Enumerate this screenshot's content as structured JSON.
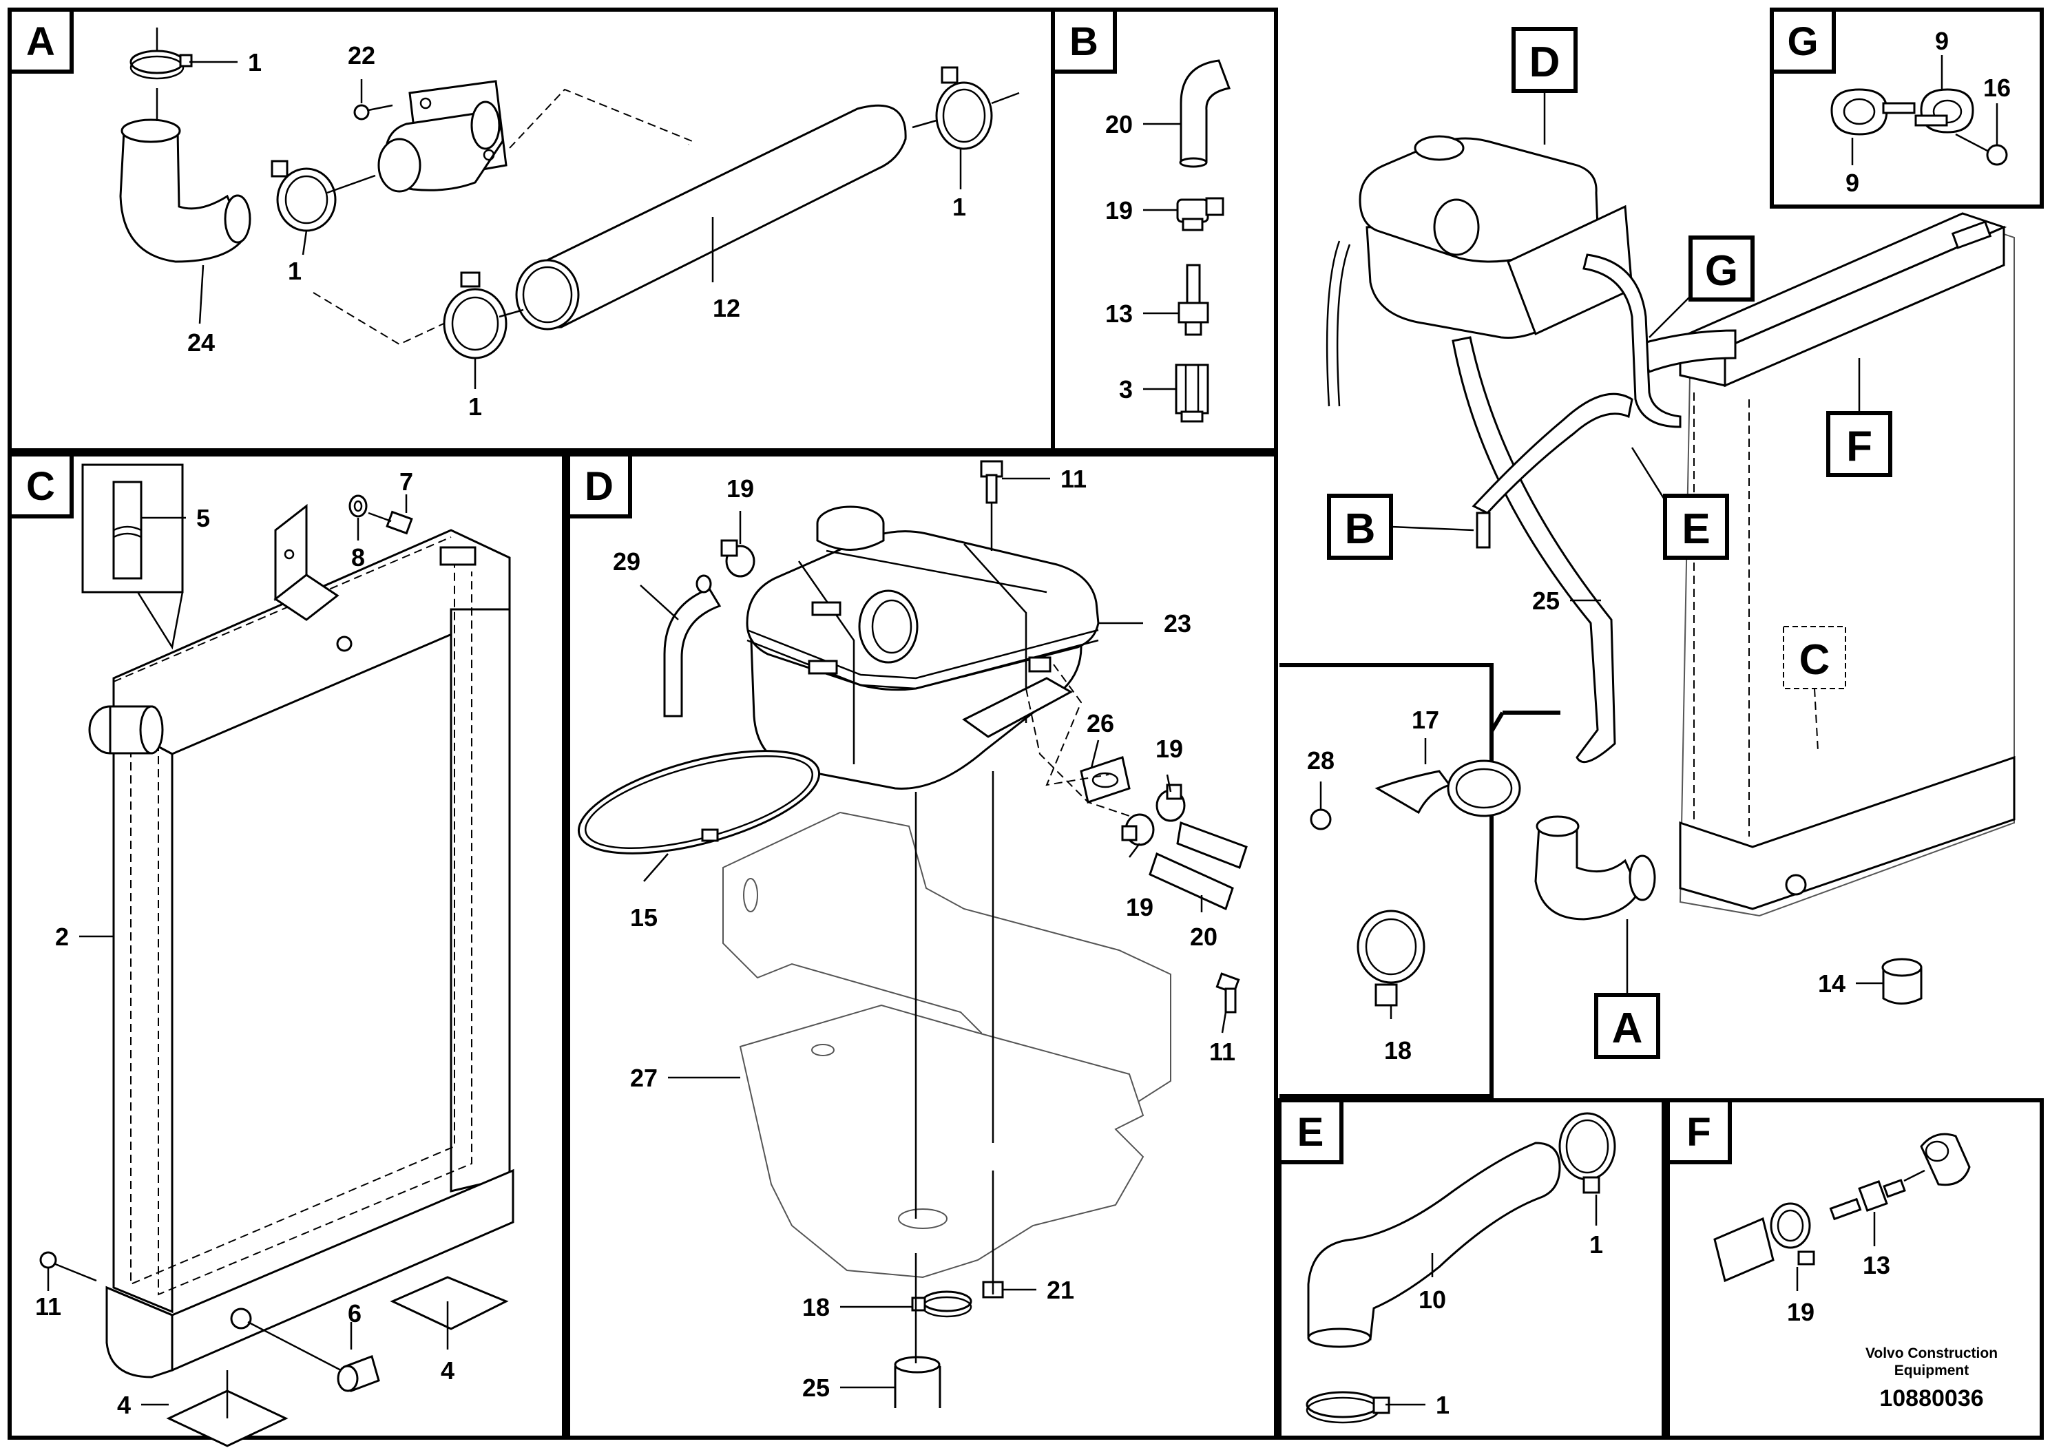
{
  "panels": {
    "A": {
      "letter": "A",
      "labels": {
        "clamp_top": "1",
        "screw_22": "22",
        "clamp_right": "1",
        "clamp_mid": "1",
        "clamp_bottom": "1",
        "pipe_12": "12",
        "hose_24": "24"
      }
    },
    "B": {
      "letter": "B",
      "labels": {
        "hose_20": "20",
        "clamp_19": "19",
        "nipple_13": "13",
        "union_3": "3"
      }
    },
    "C": {
      "letter": "C",
      "labels": {
        "strip_5": "5",
        "screw_7": "7",
        "washer_8": "8",
        "radiator_2": "2",
        "screw_11": "11",
        "plug_6": "6",
        "pad_4_left": "4",
        "pad_4_right": "4"
      }
    },
    "D": {
      "letter": "D",
      "labels": {
        "clamp_19_top": "19",
        "bolt_11_top": "11",
        "hose_29": "29",
        "tank_23": "23",
        "grommet_26": "26",
        "clamp_19_right": "19",
        "clamp_19_lower": "19",
        "hose_20": "20",
        "strap_15": "15",
        "bolt_11_right": "11",
        "bracket_27": "27",
        "clamp_18": "18",
        "nut_21": "21",
        "hose_25": "25"
      }
    },
    "E": {
      "letter": "E",
      "labels": {
        "clamp_1_top": "1",
        "hose_10": "10",
        "clamp_1_bottom": "1"
      }
    },
    "F": {
      "letter": "F",
      "labels": {
        "nipple_13": "13",
        "clamp_19": "19"
      }
    },
    "G": {
      "letter": "G",
      "labels": {
        "clip_9_top": "9",
        "screw_16": "16",
        "clip_9_bottom": "9"
      }
    },
    "overview": {
      "callouts": {
        "D": "D",
        "G": "G",
        "F": "F",
        "B": "B",
        "E": "E",
        "C": "C",
        "A": "A"
      },
      "labels": {
        "hose_25": "25",
        "clamp_17": "17",
        "screw_28": "28",
        "clamp_18": "18",
        "spacer_14": "14"
      }
    }
  },
  "footer": {
    "credit_line1": "Volvo Construction",
    "credit_line2": "Equipment",
    "doc_number": "10880036"
  }
}
